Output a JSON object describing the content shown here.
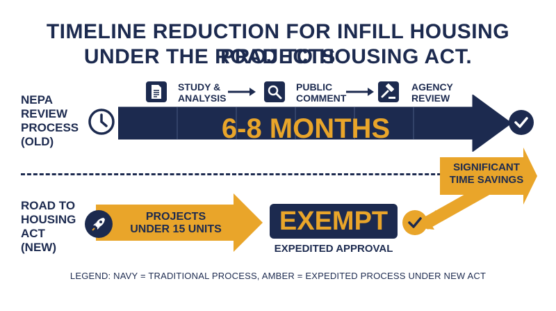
{
  "title": {
    "line1": "TIMELINE REDUCTION FOR INFILL HOUSING PROJECTS",
    "line2": "UNDER THE ROAD TO HOUSING ACT."
  },
  "nepa": {
    "label_lines": [
      "NEPA",
      "REVIEW",
      "PROCESS",
      "(OLD)"
    ],
    "duration": "6-8 MONTHS",
    "steps": [
      {
        "label_lines": [
          "STUDY &",
          "ANALYSIS"
        ],
        "icon": "document-icon"
      },
      {
        "label_lines": [
          "PUBLIC",
          "COMMENT"
        ],
        "icon": "magnifier-icon"
      },
      {
        "label_lines": [
          "AGENCY",
          "REVIEW"
        ],
        "icon": "gavel-icon"
      }
    ]
  },
  "new": {
    "label_lines": [
      "ROAD TO",
      "HOUSING",
      "ACT",
      "(NEW)"
    ],
    "arrow_text_lines": [
      "PROJECTS",
      "UNDER 15 UNITS"
    ],
    "exempt": "EXEMPT",
    "exempt_caption": "EXPEDITED APPROVAL",
    "savings_lines": [
      "SIGNIFICANT",
      "TIME SAVINGS"
    ]
  },
  "legend": "LEGEND: NAVY = TRADITIONAL PROCESS, AMBER = EXPEDITED PROCESS UNDER NEW ACT",
  "colors": {
    "navy": "#1c2a4f",
    "amber": "#e9a52a",
    "white": "#ffffff"
  }
}
